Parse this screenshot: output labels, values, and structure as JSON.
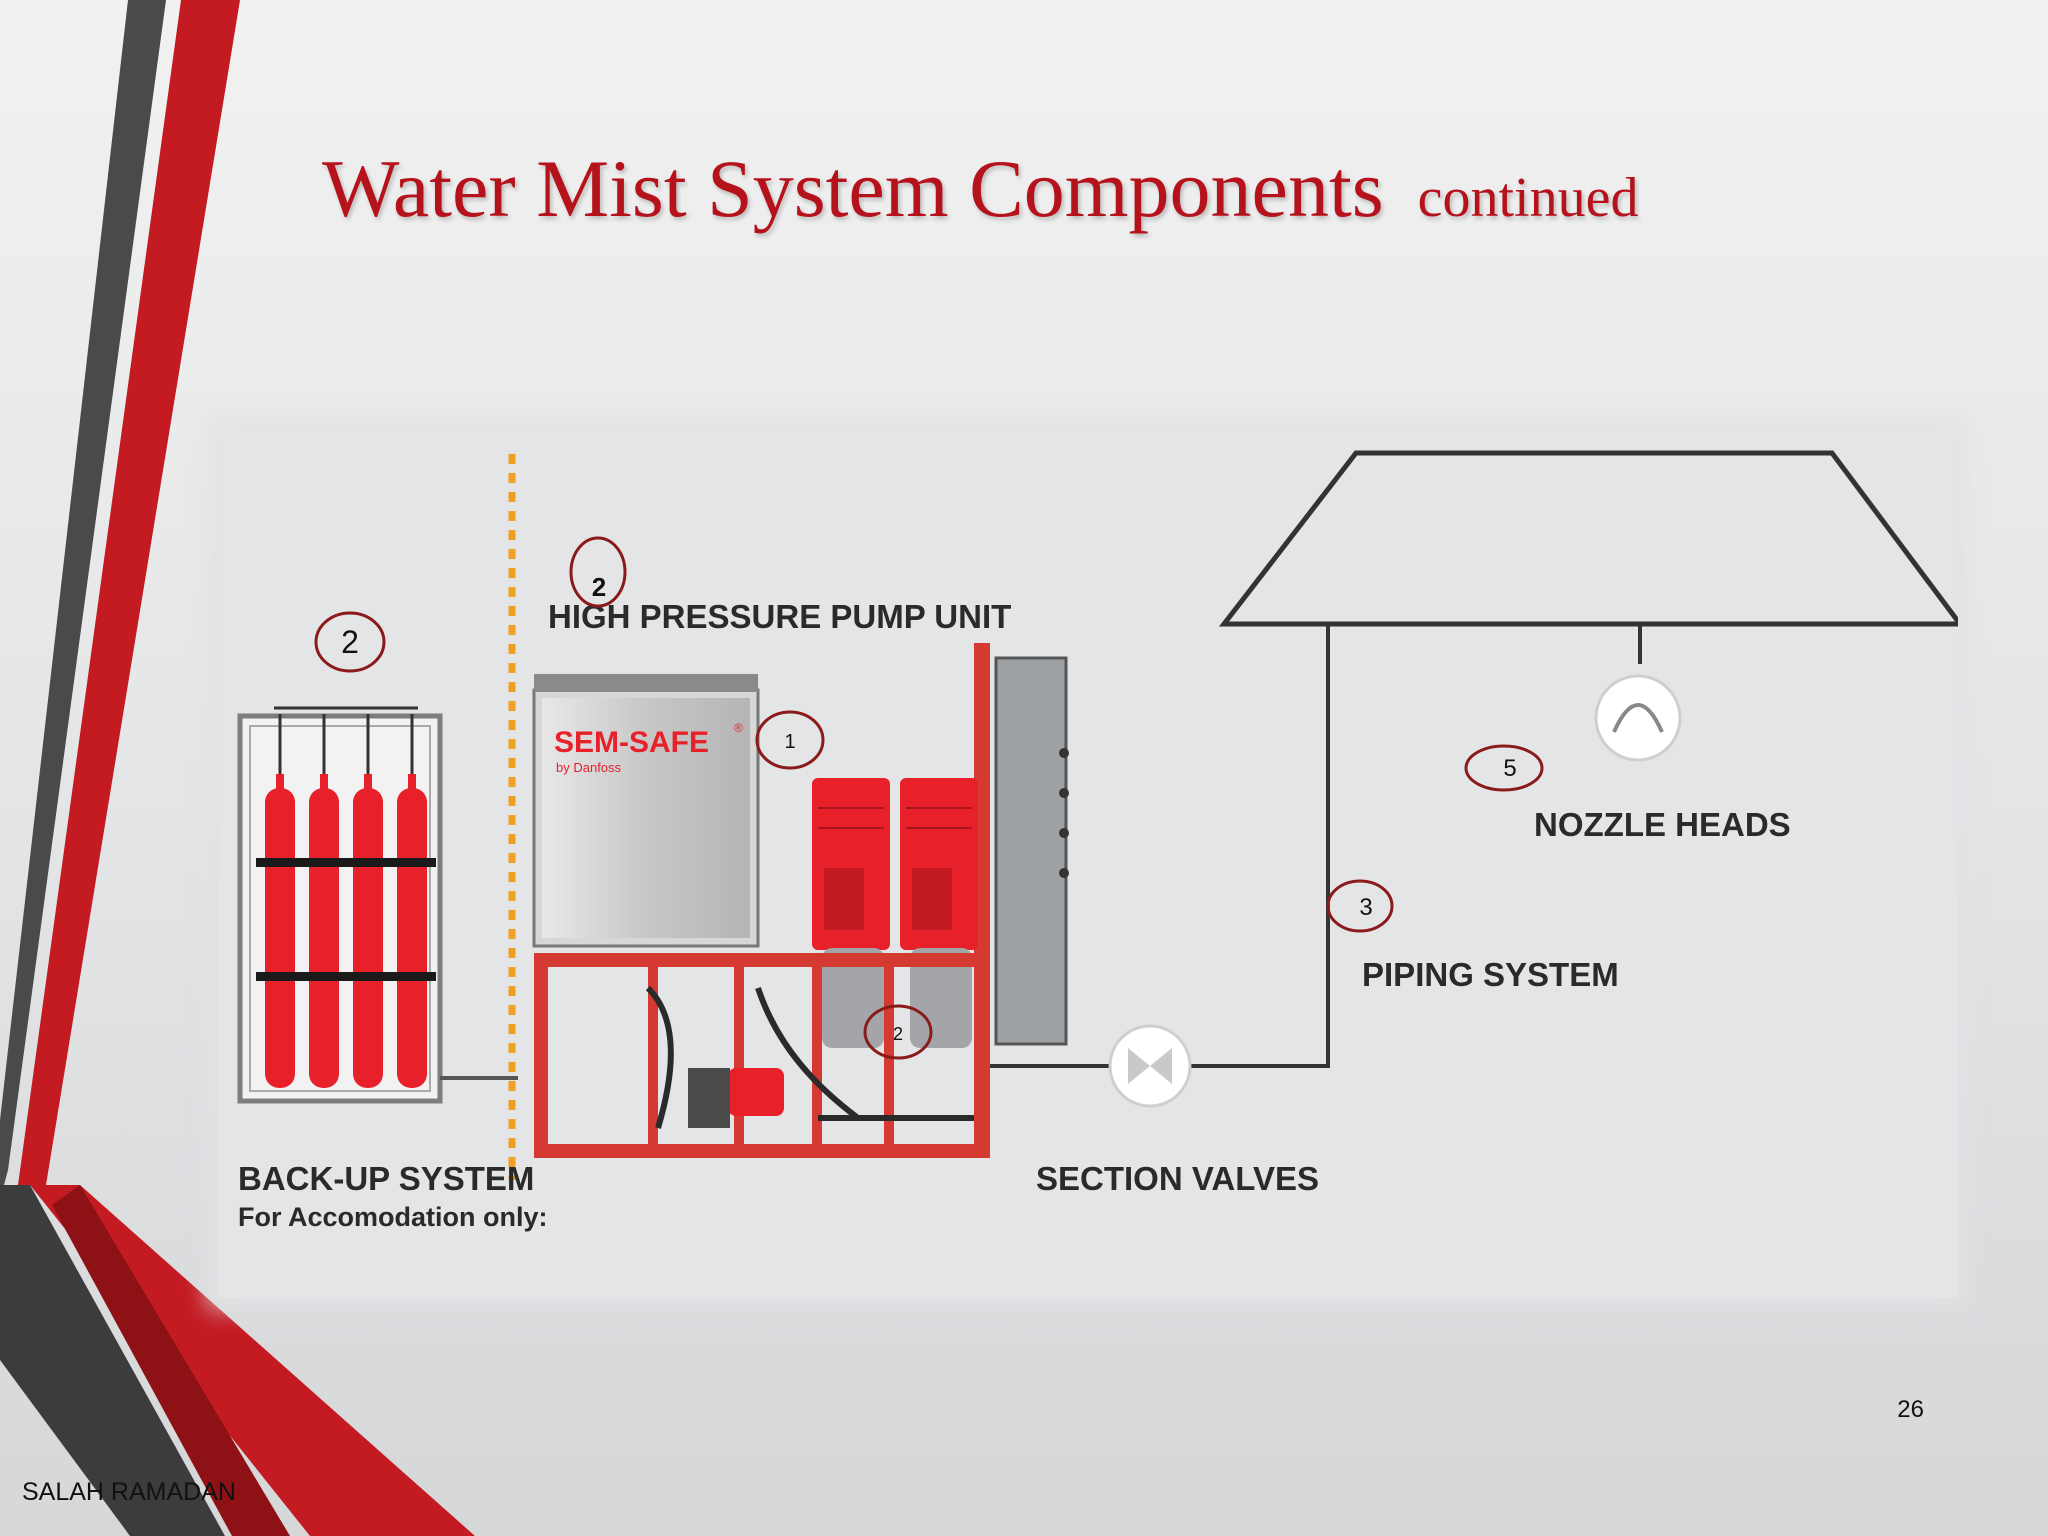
{
  "slide": {
    "title": "Water Mist System Components",
    "title_suffix": "continued",
    "page_number": "26",
    "author": "SALAH RAMADAN"
  },
  "diagram": {
    "labels": {
      "backup_system": "BACK-UP SYSTEM",
      "backup_note": "For Accomodation only:",
      "pump_unit": "HIGH PRESSURE PUMP UNIT",
      "section_valves": "SECTION VALVES",
      "piping_system": "PIPING SYSTEM",
      "nozzle_heads": "NOZZLE HEADS",
      "brand": "SEM-SAFE",
      "brand_reg": "®",
      "brand_sub": "by Danfoss"
    },
    "markers": {
      "backup": "2",
      "pump_unit": "2",
      "tank": "1",
      "pumps": "2",
      "piping": "3",
      "nozzle": "5"
    }
  },
  "colors": {
    "accent": "#b5121b",
    "dark_stripe": "#4a4a4c",
    "marker_ring": "#8b1a1a",
    "dashed_line": "#f0a020",
    "frame_red": "#c8352e"
  }
}
